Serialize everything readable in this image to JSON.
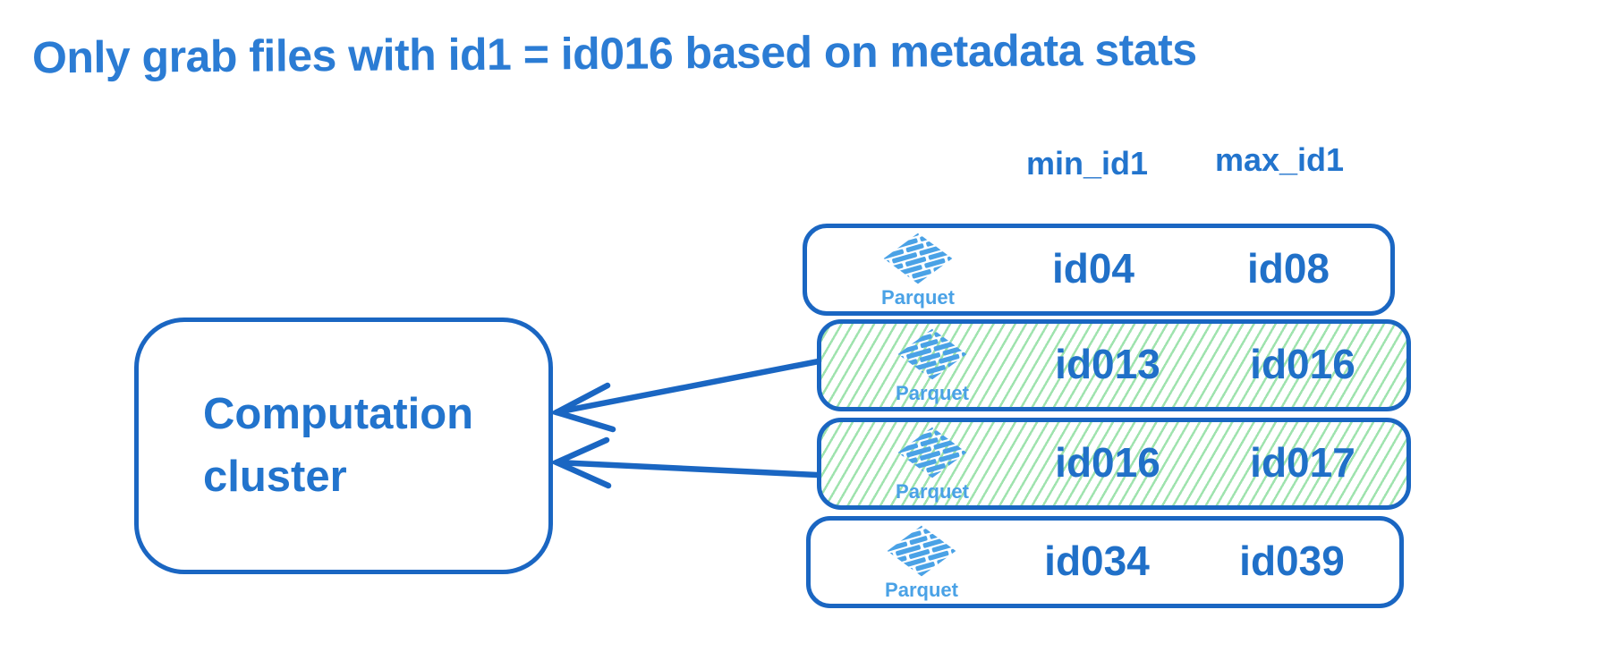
{
  "title": "Only grab files with id1 = id016 based on metadata stats",
  "columns": {
    "min": "min_id1",
    "max": "max_id1"
  },
  "cluster": {
    "line1": "Computation",
    "line2": "cluster"
  },
  "parquet_label": "Parquet",
  "files": [
    {
      "min_id1": "id04",
      "max_id1": "id08",
      "highlighted": false
    },
    {
      "min_id1": "id013",
      "max_id1": "id016",
      "highlighted": true
    },
    {
      "min_id1": "id016",
      "max_id1": "id017",
      "highlighted": true
    },
    {
      "min_id1": "id034",
      "max_id1": "id039",
      "highlighted": false
    }
  ],
  "colors": {
    "ink_blue": "#2274cd",
    "border_blue": "#1a66c2",
    "parquet_blue": "#4aa2e6",
    "hatch_green": "#9fe3ae"
  }
}
